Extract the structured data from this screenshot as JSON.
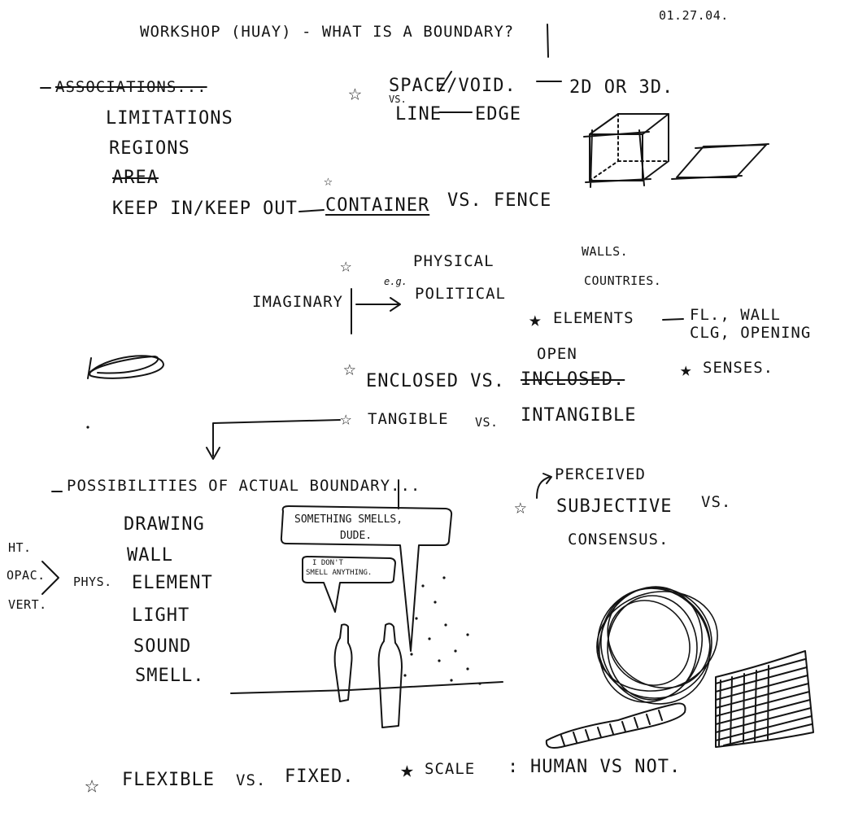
{
  "header": {
    "title": "WORKSHOP (HUAY) - WHAT IS A BOUNDARY?",
    "date": "01.27.04."
  },
  "associations": {
    "heading": "ASSOCIATIONS...",
    "items": [
      "LIMITATIONS",
      "REGIONS",
      "AREA",
      "KEEP IN/KEEP OUT"
    ],
    "container": "CONTAINER",
    "vs_fence": "VS. FENCE"
  },
  "space_void": {
    "line1": "SPACE/VOID.",
    "dims": "2D OR 3D.",
    "vs": "VS.",
    "line2": "LINE",
    "edge": "EDGE"
  },
  "imaginary": {
    "label": "IMAGINARY",
    "eg": "e.g.",
    "physical": "PHYSICAL",
    "political": "POLITICAL",
    "walls": "WALLS.",
    "countries": "COUNTRIES."
  },
  "elements": {
    "label": "ELEMENTS",
    "line1": "FL., WALL",
    "line2": "CLG, OPENING"
  },
  "enclosed": {
    "enclosed": "ENCLOSED VS.",
    "open": "OPEN",
    "inclosed": "INCLOSED."
  },
  "senses": "SENSES.",
  "tangible": {
    "tangible": "TANGIBLE",
    "vs": "VS.",
    "intangible": "INTANGIBLE"
  },
  "possibilities": {
    "heading": "POSSIBILITIES OF ACTUAL BOUNDARY...",
    "items": [
      "DRAWING",
      "WALL",
      "ELEMENT",
      "LIGHT",
      "SOUND",
      "SMELL."
    ],
    "phys": "PHYS.",
    "side": [
      "HT.",
      "OPAC.",
      "VERT."
    ]
  },
  "bubbles": {
    "big": [
      "SOMETHING SMELLS,",
      "DUDE."
    ],
    "small": [
      "I DON'T",
      "SMELL ANYTHING."
    ]
  },
  "perceived": {
    "perceived": "PERCEIVED",
    "subjective": "SUBJECTIVE",
    "vs": "VS.",
    "consensus": "CONSENSUS."
  },
  "footer": {
    "flexible": "FLEXIBLE",
    "vs": "VS.",
    "fixed": "FIXED.",
    "scale": "SCALE",
    "colon": ":",
    "human": "HUMAN VS NOT."
  }
}
